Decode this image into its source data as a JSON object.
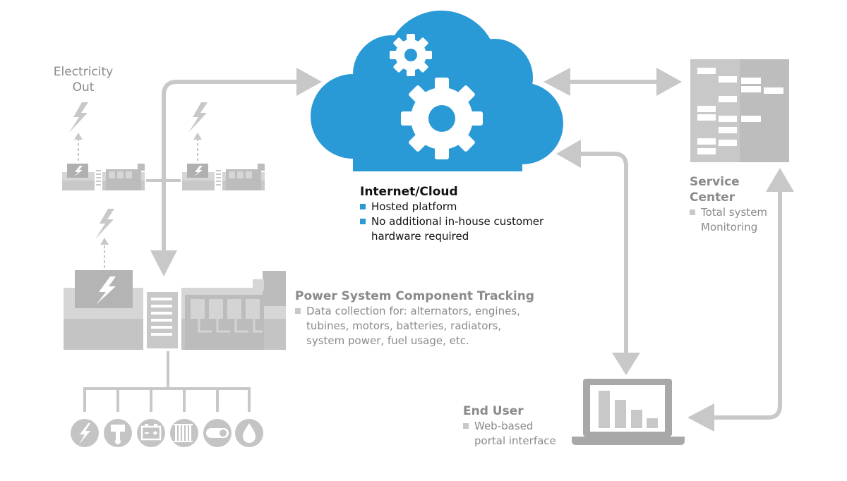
{
  "labels": {
    "electricity_out_1": "Electricity",
    "electricity_out_2": "Out",
    "cloud_title": "Internet/Cloud",
    "cloud_items": [
      "Hosted platform",
      "No additional in-house customer",
      "hardware required"
    ],
    "service_title_1": "Service",
    "service_title_2": "Center",
    "service_items": [
      "Total system",
      "Monitoring"
    ],
    "power_title": "Power System Component Tracking",
    "power_items": [
      "Data collection for: alternators, engines,",
      "tubines, motors, batteries, radiators,",
      "system power, fuel usage, etc."
    ],
    "enduser_title": "End User",
    "enduser_items": [
      "Web-based",
      "portal interface"
    ]
  },
  "colors": {
    "cloud_blue": "#2a9ad7",
    "gray": "#c8c8c8",
    "gray_dark": "#a8a8a8",
    "text_gray": "#8a8a8a"
  },
  "icons": [
    "lightning-icon",
    "piston-icon",
    "battery-icon",
    "radiator-icon",
    "fuel-gauge-icon",
    "fuel-drop-icon"
  ]
}
